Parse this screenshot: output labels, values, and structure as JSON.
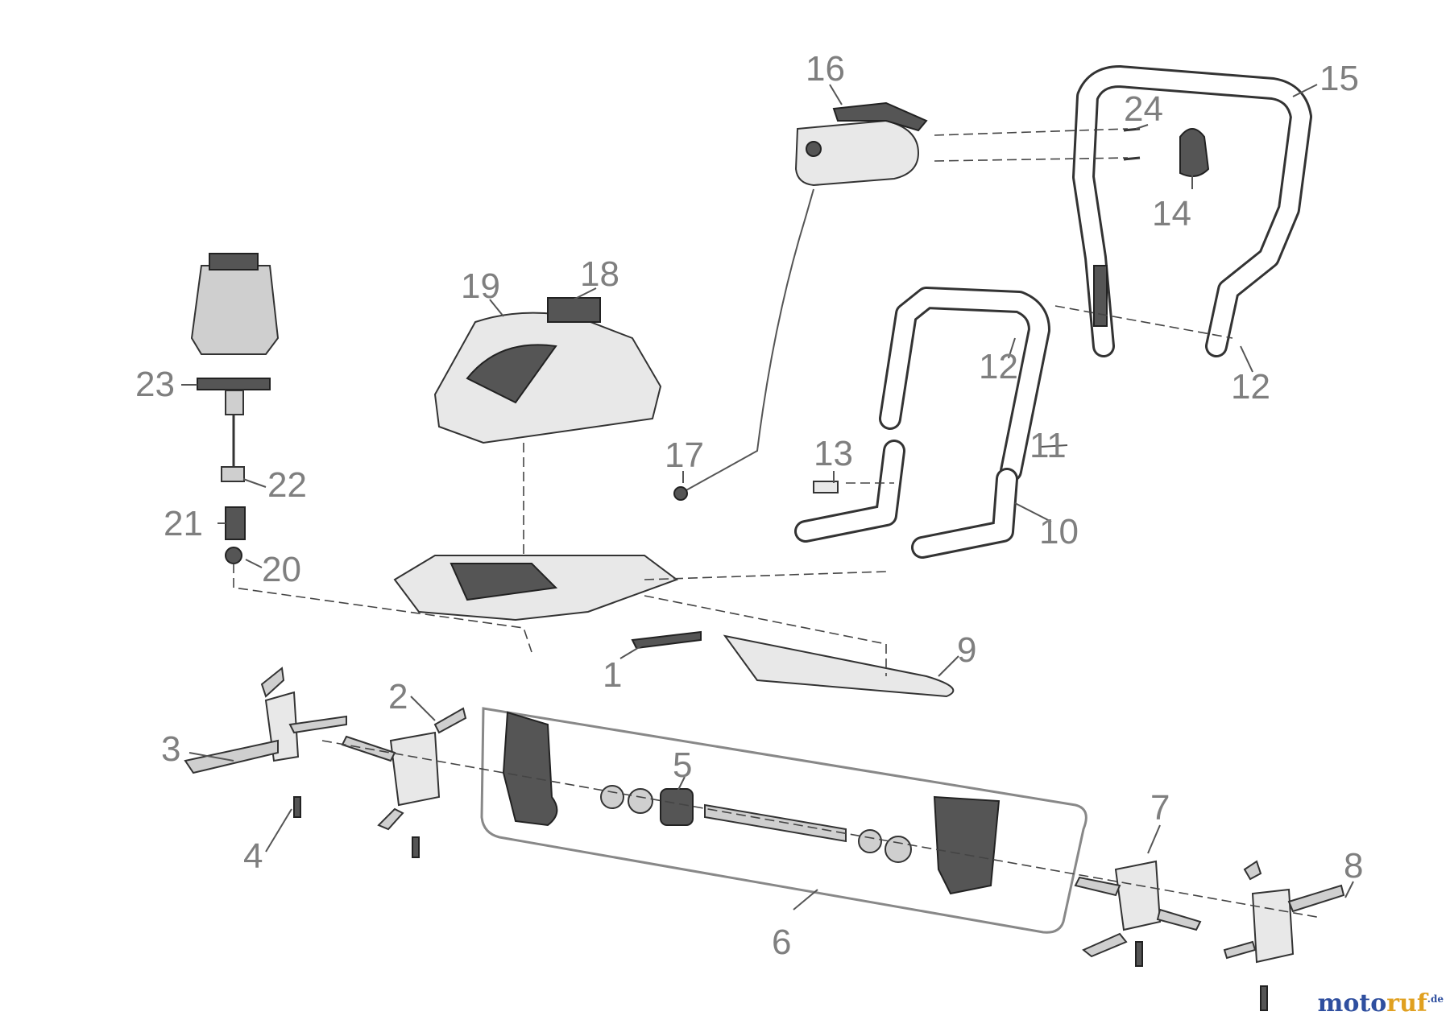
{
  "callouts": [
    {
      "id": "1",
      "label": "1"
    },
    {
      "id": "2",
      "label": "2"
    },
    {
      "id": "3",
      "label": "3"
    },
    {
      "id": "4",
      "label": "4"
    },
    {
      "id": "5",
      "label": "5"
    },
    {
      "id": "6",
      "label": "6"
    },
    {
      "id": "7",
      "label": "7"
    },
    {
      "id": "8",
      "label": "8"
    },
    {
      "id": "9",
      "label": "9"
    },
    {
      "id": "10",
      "label": "10"
    },
    {
      "id": "11",
      "label": "11"
    },
    {
      "id": "12a",
      "label": "12"
    },
    {
      "id": "12b",
      "label": "12"
    },
    {
      "id": "13",
      "label": "13"
    },
    {
      "id": "14",
      "label": "14"
    },
    {
      "id": "15",
      "label": "15"
    },
    {
      "id": "16",
      "label": "16"
    },
    {
      "id": "17",
      "label": "17"
    },
    {
      "id": "18",
      "label": "18"
    },
    {
      "id": "19",
      "label": "19"
    },
    {
      "id": "20",
      "label": "20"
    },
    {
      "id": "21",
      "label": "21"
    },
    {
      "id": "22",
      "label": "22"
    },
    {
      "id": "23",
      "label": "23"
    },
    {
      "id": "24",
      "label": "24"
    }
  ],
  "watermark": {
    "brand_a": "moto",
    "brand_b": "ruf",
    "suffix": ".de"
  },
  "colors": {
    "label": "#7f7f7f",
    "line": "#333333",
    "brand_blue": "#2f4f9f",
    "brand_yellow": "#e0a020"
  }
}
